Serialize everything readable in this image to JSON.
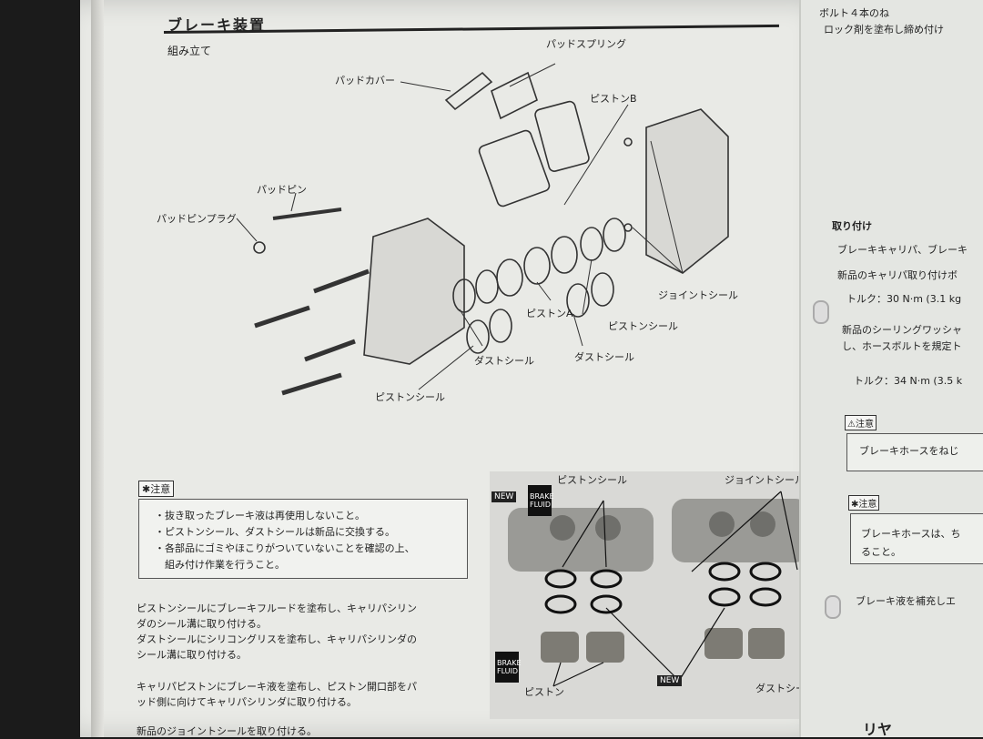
{
  "page": {
    "title": "ブレーキ装置",
    "subtitle": "組み立て"
  },
  "diagram_labels": {
    "pad_spring": "パッドスプリング",
    "pad_cover": "パッドカバー",
    "piston_b": "ピストンB",
    "pad_pin": "パッドピン",
    "pad_pin_plug": "パッドピンプラグ",
    "joint_seal": "ジョイントシール",
    "piston_a": "ピストンA",
    "piston_seal_1": "ピストンシール",
    "dust_seal_1": "ダストシール",
    "dust_seal_2": "ダストシール",
    "piston_seal_2": "ピストンシール"
  },
  "notice": {
    "head": "注意",
    "items": [
      "・抜き取ったブレーキ液は再使用しないこと。",
      "・ピストンシール、ダストシールは新品に交換する。",
      "・各部品にゴミやほこりがついていないことを確認の上、",
      "　組み付け作業を行うこと。"
    ]
  },
  "body_text": [
    "ピストンシールにブレーキフルードを塗布し、キャリパシリン",
    "ダのシール溝に取り付ける。",
    "ダストシールにシリコングリスを塗布し、キャリパシリンダの",
    "シール溝に取り付ける。",
    "キャリパピストンにブレーキ液を塗布し、ピストン開口部をパ",
    "ッド側に向けてキャリパシリンダに取り付ける。",
    "新品のジョイントシールを取り付ける。"
  ],
  "photo_labels": {
    "piston_seal": "ピストンシール",
    "joint_seal": "ジョイントシール",
    "piston": "ピストン",
    "dust_seal": "ダストシール",
    "new_badge": "NEW",
    "brake_fluid": "BRAKE FLUID"
  },
  "right_page": {
    "top_line1": "ボルト４本のね",
    "top_line2": "ロック剤を塗布し締め付け",
    "section": "取り付け",
    "line1": "ブレーキキャリパ、ブレーキ",
    "line2": "新品のキャリパ取り付けボ",
    "torque1": "トルク：30 N·m (3.1 kg",
    "line3": "新品のシーリングワッシャ",
    "line4": "し、ホースボルトを規定ト",
    "torque2": "トルク：34 N·m (3.5 k",
    "warn_head": "注意",
    "warn_text": "ブレーキホースをねじ",
    "caution_head": "注意",
    "caution_text1": "ブレーキホースは、ち",
    "caution_text2": "ること。",
    "line5": "ブレーキ液を補充しエ",
    "bottom": "リヤ"
  }
}
